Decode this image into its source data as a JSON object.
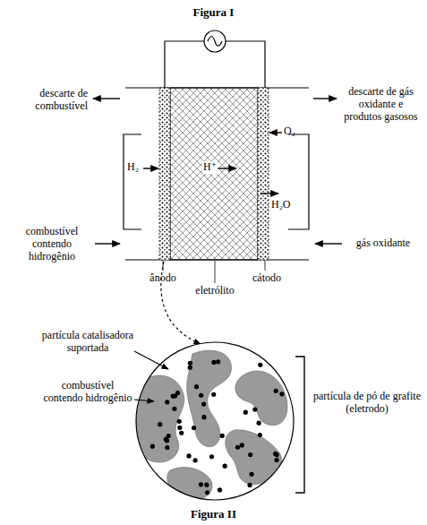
{
  "diagram": {
    "title": "Figura I",
    "caption": "Figura II",
    "labels": [
      "descarte de combustível",
      "descarte de gás oxidante e produtos gasosos",
      "H₂",
      "H⁺",
      "O₂",
      "H₂O",
      "combustível contendo hidrogênio",
      "gás oxidante",
      "ânodo",
      "eletrólito",
      "cátodo",
      "partícula catalisadora suportada",
      "combustível contendo hidrogênio",
      "partícula de pó de grafite (eletrodo)"
    ]
  }
}
